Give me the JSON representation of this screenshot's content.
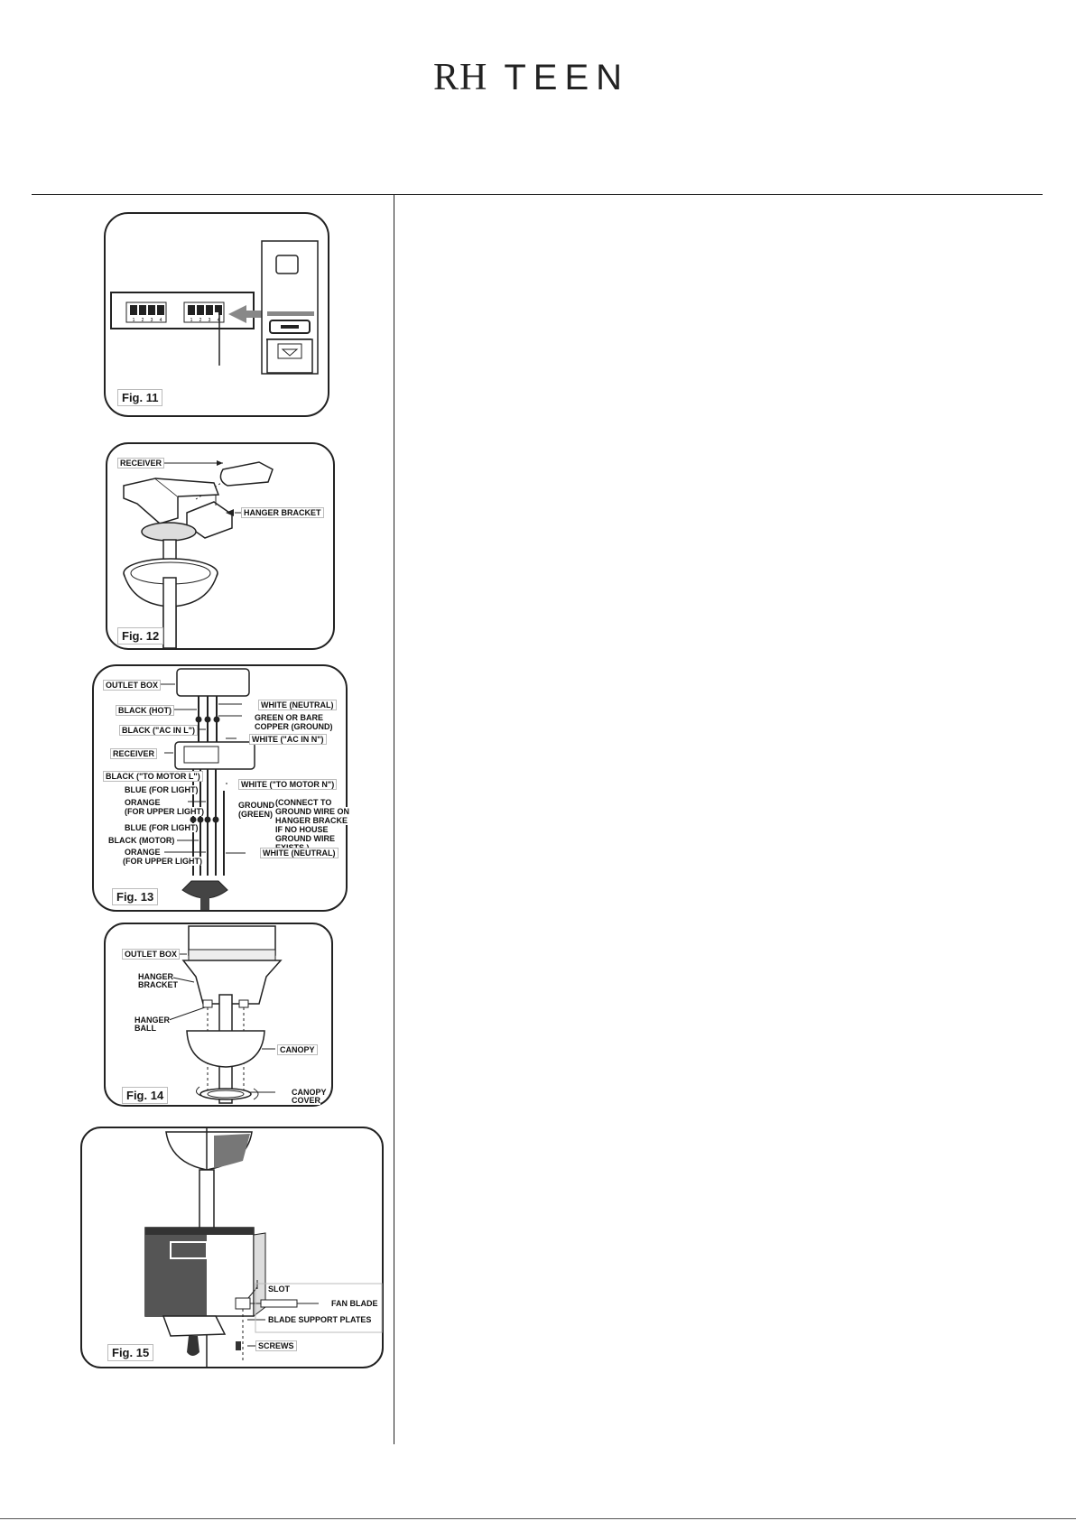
{
  "brand": {
    "rh": "RH",
    "teen": "TEEN"
  },
  "fig11": {
    "caption": "Fig. 11",
    "dip_a": [
      "1",
      "2",
      "3",
      "4"
    ],
    "dip_b": [
      "1",
      "2",
      "3",
      "4"
    ]
  },
  "fig12": {
    "caption": "Fig. 12",
    "receiver": "RECEIVER",
    "hanger_bracket": "HANGER BRACKET"
  },
  "fig13": {
    "caption": "Fig. 13",
    "outlet_box": "OUTLET BOX",
    "black_hot": "BLACK (HOT)",
    "black_ac_in_l": "BLACK (\"AC IN L\")",
    "receiver": "RECEIVER",
    "black_to_motor_l": "BLACK (\"TO MOTOR  L\")",
    "blue_for_light_1": "BLUE (FOR  LIGHT)",
    "orange_1": "ORANGE",
    "for_upper_light_1": "(FOR UPPER LIGHT)",
    "blue_for_light_2": "BLUE (FOR  LIGHT)",
    "black_motor": "BLACK (MOTOR)",
    "orange_2": "ORANGE",
    "for_upper_light_2": "(FOR UPPER LIGHT)",
    "white_neutral_1": "WHITE (NEUTRAL)",
    "green_or_bare": "GREEN OR BARE",
    "copper_ground": "COPPER (GROUND)",
    "white_ac_in_n": "WHITE (\"AC IN N\")",
    "white_to_motor_n": "WHITE (\"TO MOTOR  N\")",
    "ground": "GROUND",
    "green": "(GREEN)",
    "connect_note": [
      "(CONNECT TO",
      "GROUND WIRE ON",
      "HANGER BRACKE",
      "IF NO HOUSE",
      "GROUND WIRE",
      "EXISTS.)"
    ],
    "white_neutral_2": "WHITE (NEUTRAL)"
  },
  "fig14": {
    "caption": "Fig. 14",
    "outlet_box": "OUTLET BOX",
    "hanger": "HANGER",
    "bracket": "BRACKET",
    "hanger2": "HANGER",
    "ball": "BALL",
    "canopy": "CANOPY",
    "canopy2": "CANOPY",
    "cover": "COVER"
  },
  "fig15": {
    "caption": "Fig. 15",
    "slot": "SLOT",
    "fan_blade": "FAN BLADE",
    "blade_support_plates": "BLADE SUPPORT PLATES",
    "screws": "SCREWS"
  }
}
